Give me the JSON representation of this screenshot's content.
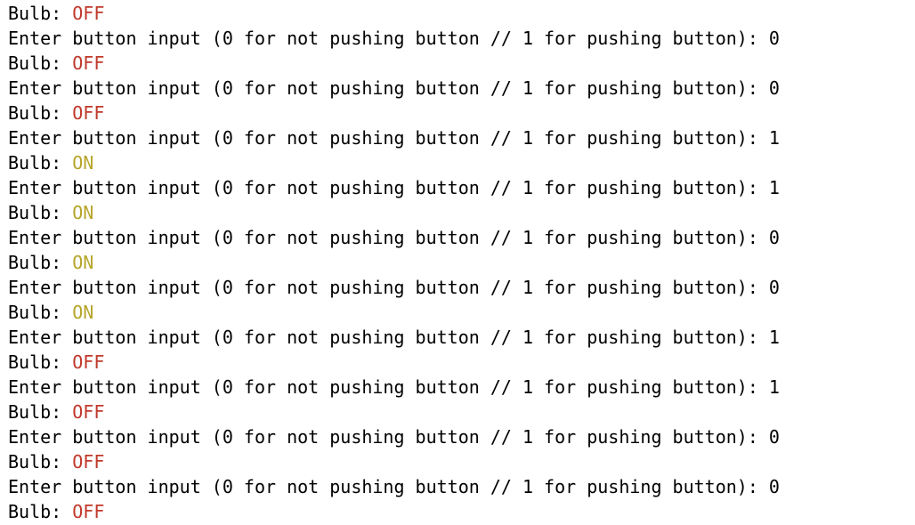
{
  "terminal": {
    "bulb_label": "Bulb: ",
    "prompt_text": "Enter button input (0 for not pushing button // 1 for pushing button): ",
    "colors": {
      "off": "#c0392b",
      "on": "#b5a52a",
      "text": "#000000",
      "background": "#ffffff"
    },
    "lines": [
      {
        "type": "bulb",
        "state": "OFF"
      },
      {
        "type": "prompt",
        "input": "0"
      },
      {
        "type": "bulb",
        "state": "OFF"
      },
      {
        "type": "prompt",
        "input": "0"
      },
      {
        "type": "bulb",
        "state": "OFF"
      },
      {
        "type": "prompt",
        "input": "1"
      },
      {
        "type": "bulb",
        "state": "ON"
      },
      {
        "type": "prompt",
        "input": "1"
      },
      {
        "type": "bulb",
        "state": "ON"
      },
      {
        "type": "prompt",
        "input": "0"
      },
      {
        "type": "bulb",
        "state": "ON"
      },
      {
        "type": "prompt",
        "input": "0"
      },
      {
        "type": "bulb",
        "state": "ON"
      },
      {
        "type": "prompt",
        "input": "1"
      },
      {
        "type": "bulb",
        "state": "OFF"
      },
      {
        "type": "prompt",
        "input": "1"
      },
      {
        "type": "bulb",
        "state": "OFF"
      },
      {
        "type": "prompt",
        "input": "0"
      },
      {
        "type": "bulb",
        "state": "OFF"
      },
      {
        "type": "prompt",
        "input": "0"
      },
      {
        "type": "bulb",
        "state": "OFF"
      }
    ]
  }
}
